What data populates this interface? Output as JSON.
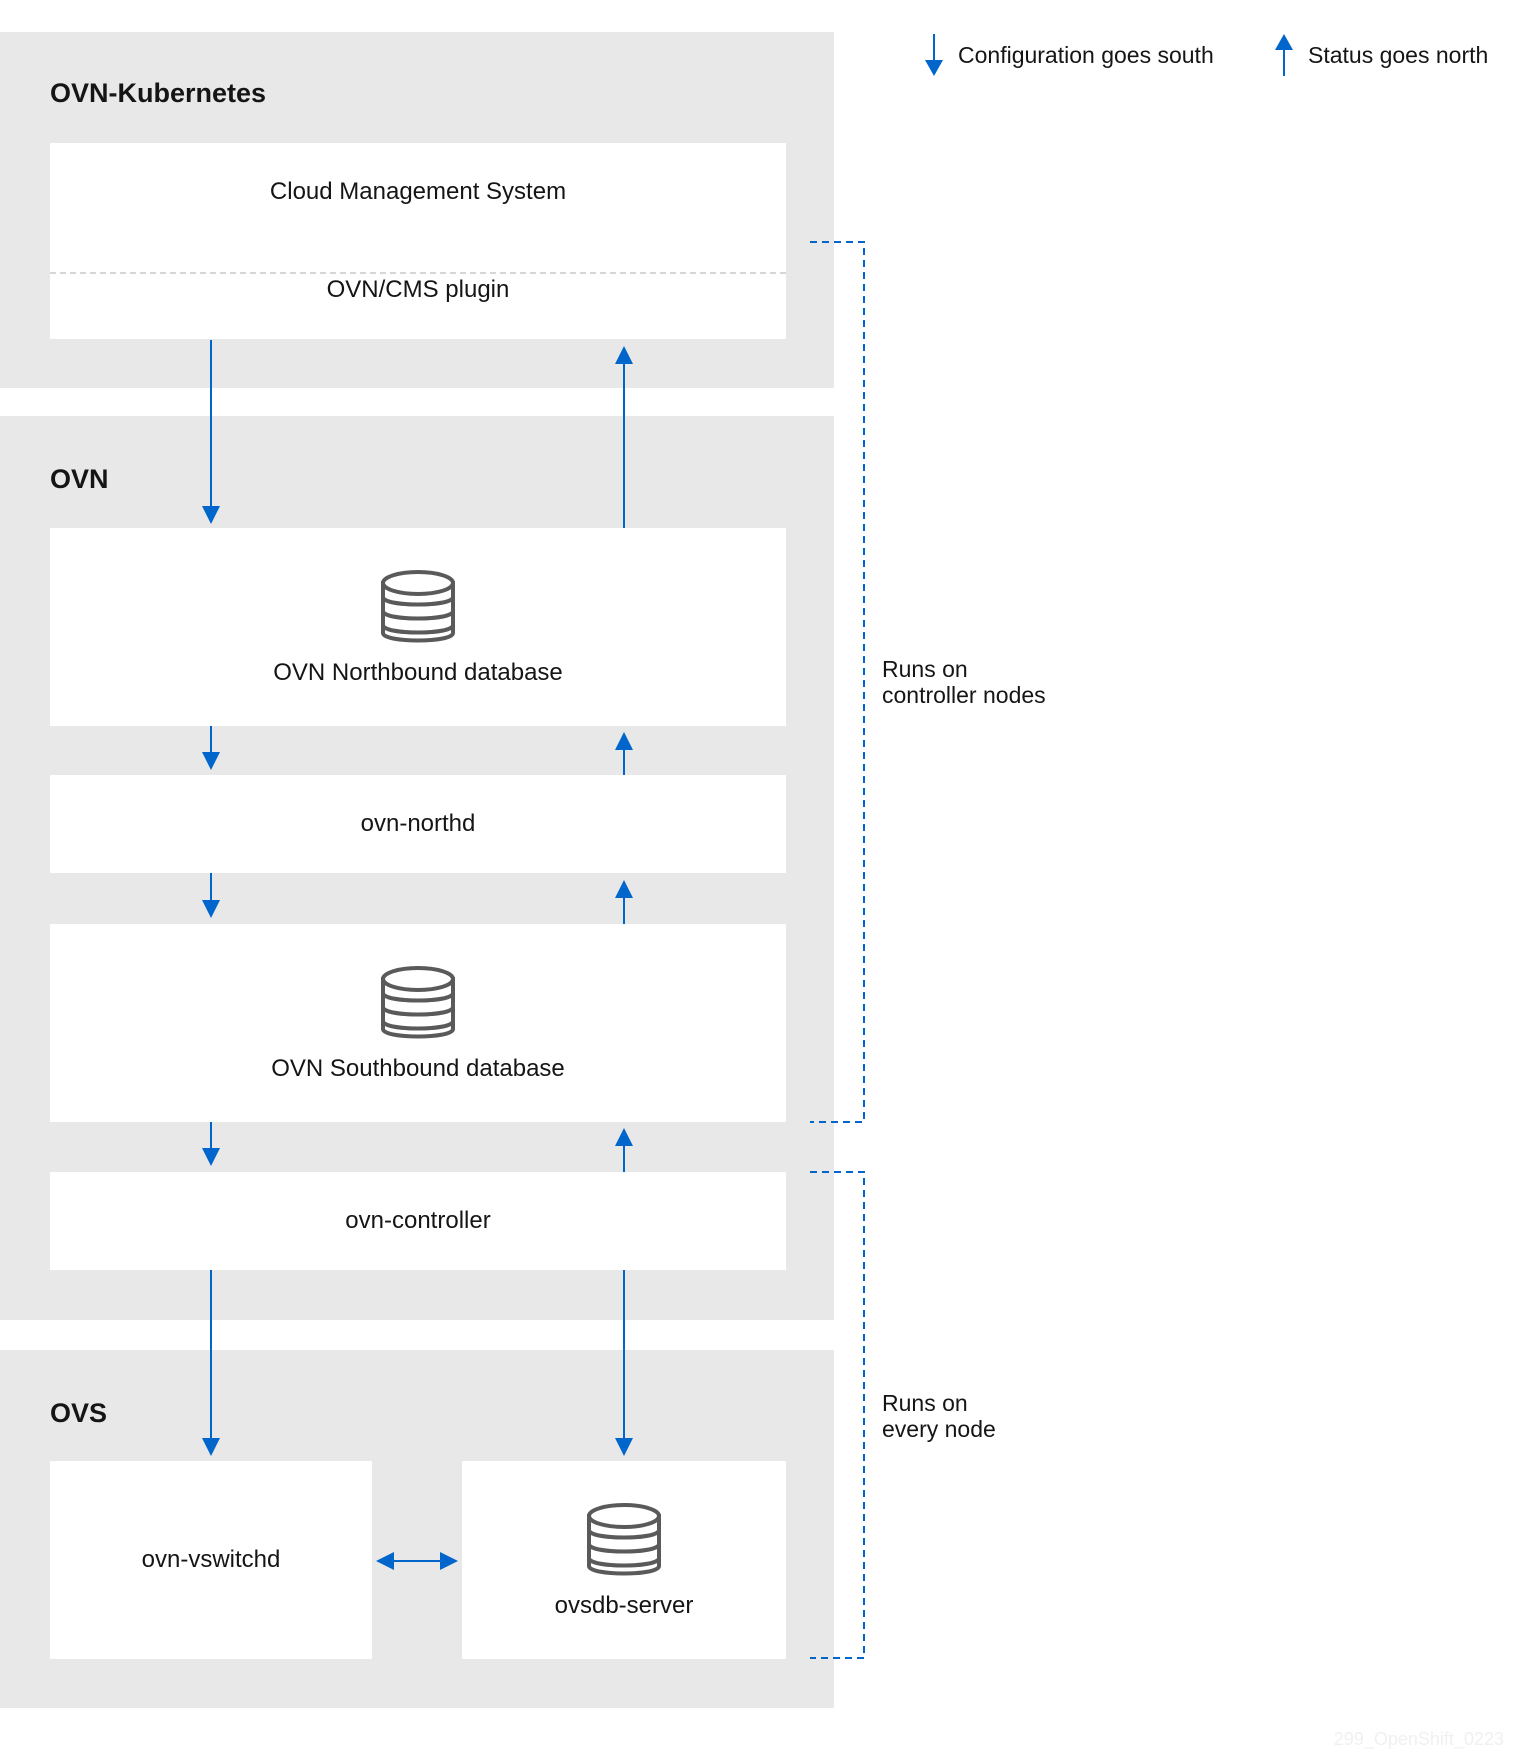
{
  "legend": {
    "south": {
      "label": "Configuration goes south",
      "icon": "arrow-down-icon"
    },
    "north": {
      "label": "Status goes north",
      "icon": "arrow-up-icon"
    }
  },
  "panels": {
    "kubernetes": {
      "title": "OVN-Kubernetes"
    },
    "ovn": {
      "title": "OVN"
    },
    "ovs": {
      "title": "OVS"
    }
  },
  "boxes": {
    "cms": "Cloud Management System",
    "plugin": "OVN/CMS plugin",
    "northbound": "OVN Northbound database",
    "northd": "ovn-northd",
    "southbound": "OVN Southbound database",
    "controller": "ovn-controller",
    "vswitchd": "ovn-vswitchd",
    "ovsdb": "ovsdb-server"
  },
  "brackets": {
    "controller_nodes": {
      "line1": "Runs on",
      "line2": "controller nodes"
    },
    "every_node": {
      "line1": "Runs on",
      "line2": "every node"
    }
  },
  "watermark": "299_OpenShift_0223",
  "colors": {
    "arrow": "#0066cc",
    "panel": "#e8e8e8",
    "box": "#ffffff",
    "icon": "#5a5a5a"
  }
}
